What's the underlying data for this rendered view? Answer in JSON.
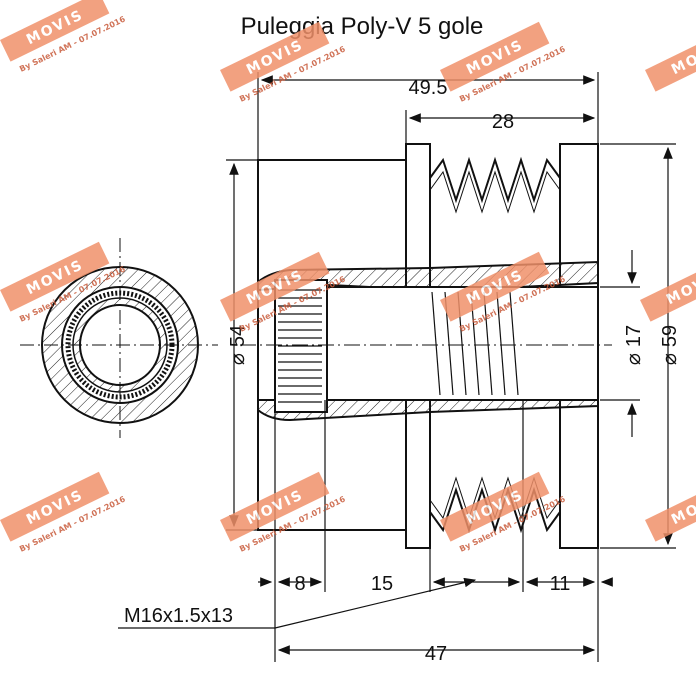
{
  "title": "Puleggia Poly-V 5 gole",
  "dimensions": {
    "overall_length": "49.5",
    "groove_width": "28",
    "bore_diameter_54": "54",
    "bore_diameter_17": "17",
    "outer_diameter_59": "59",
    "thread_length_8": "8",
    "mid_length_15": "15",
    "right_length_11": "11",
    "body_length_47": "47",
    "diameter_symbol": "⌀"
  },
  "thread_label": "M16x1.5x13",
  "watermark": {
    "brand": "MOVIS",
    "signature": "By Saleri AM - 07.07.2016",
    "color": "#f0906a"
  },
  "colors": {
    "line": "#111111",
    "hatch": "#222222"
  }
}
